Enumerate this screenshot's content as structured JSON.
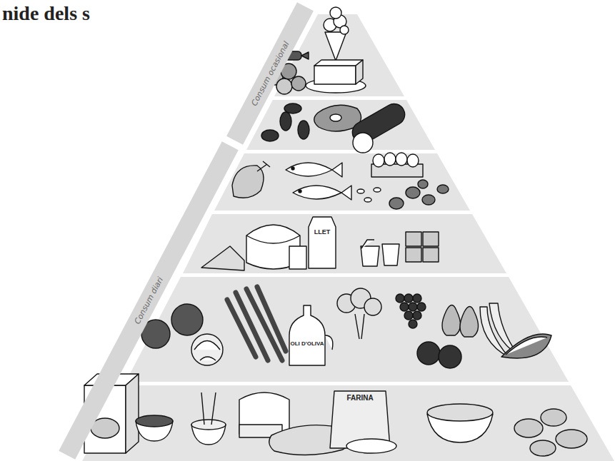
{
  "diagram": {
    "title": "nide dels s",
    "nodes": [
      {
        "text": [
          "Consum ocasional"
        ]
      },
      {
        "text": [
          "Consum diari"
        ]
      }
    ],
    "labels": [
      "LLET",
      "OLI D'OLIVA",
      "FARINA"
    ]
  }
}
